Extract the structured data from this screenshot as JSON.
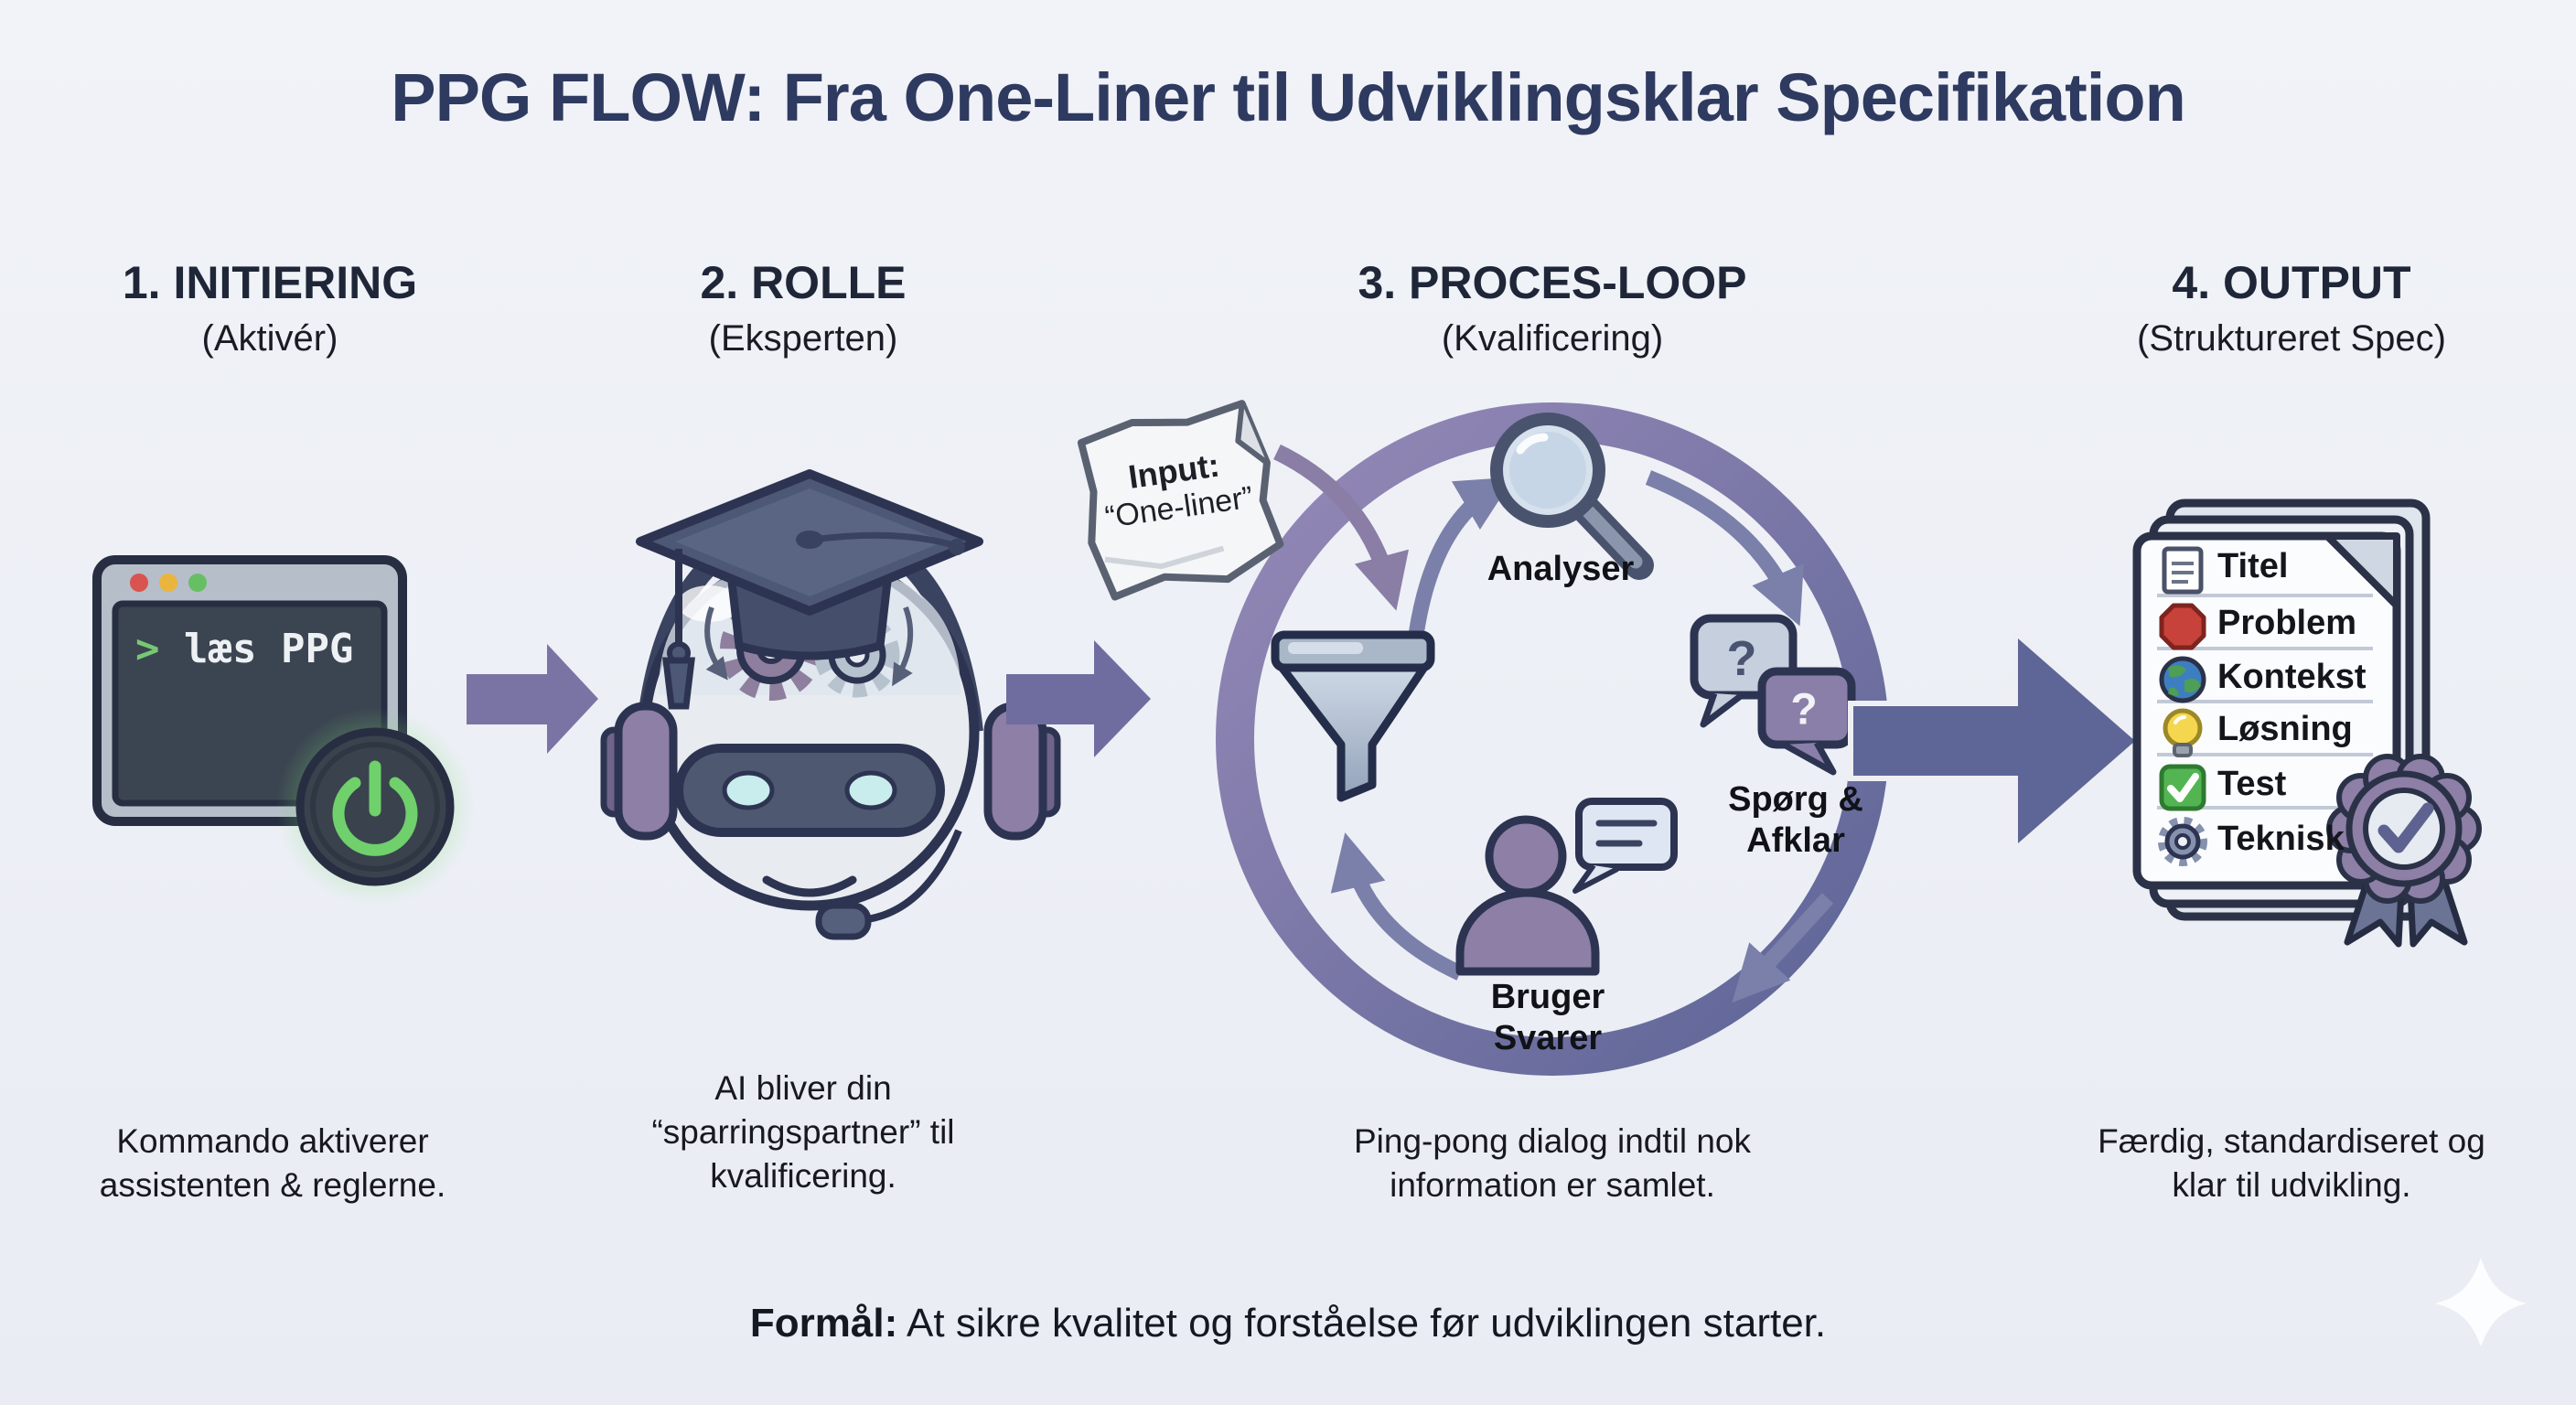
{
  "title": "PPG FLOW: Fra One-Liner til Udviklingsklar Specifikation",
  "sections": [
    {
      "heading": "1. INITIERING",
      "subheading": "(Aktivér)",
      "caption": "Kommando aktiverer assistenten & reglerne."
    },
    {
      "heading": "2. ROLLE",
      "subheading": "(Eksperten)",
      "caption": "AI bliver din “sparringspartner” til kvalificering."
    },
    {
      "heading": "3. PROCES-LOOP",
      "subheading": "(Kvalificering)",
      "caption": "Ping-pong dialog indtil nok information er samlet."
    },
    {
      "heading": "4. OUTPUT",
      "subheading": "(Struktureret Spec)",
      "caption": "Færdig, standardiseret og klar til udvikling."
    }
  ],
  "terminal": {
    "prompt": ">",
    "command": " læs PPG"
  },
  "input_note": {
    "title": "Input:",
    "value": "“One-liner”"
  },
  "loop": {
    "question_mark": "?",
    "steps": [
      {
        "label": "Analyser",
        "icon": "magnifier-icon"
      },
      {
        "label": "Spørg & Afklar",
        "icon": "question-bubbles-icon"
      },
      {
        "label": "Bruger Svarer",
        "icon": "user-chat-icon"
      }
    ]
  },
  "output_doc": {
    "items": [
      {
        "label": "Titel",
        "icon": "document-icon"
      },
      {
        "label": "Problem",
        "icon": "stop-icon"
      },
      {
        "label": "Kontekst",
        "icon": "globe-icon"
      },
      {
        "label": "Løsning",
        "icon": "lightbulb-icon"
      },
      {
        "label": "Test",
        "icon": "check-icon"
      },
      {
        "label": "Teknisk",
        "icon": "gear-icon"
      }
    ]
  },
  "footer": {
    "label": "Formål:",
    "text": " At sikre kvalitet og forståelse før udviklingen starter."
  },
  "colors": {
    "background": "#edeff4",
    "title": "#2e3a5f",
    "ring_purple": "#978ab8",
    "ring_blue": "#5c6496",
    "section_arrow": "#7a74a4",
    "exit_arrow": "#5e6697",
    "inner_arrow": "#7b80aa",
    "terminal_screen": "#3b4551",
    "power_green": "#6fd06c",
    "dot_red": "#d9544e",
    "dot_yellow": "#e9b53e",
    "dot_green": "#67bf63",
    "stop_red": "#c6423a",
    "globe_blue": "#3d7ec0",
    "globe_green": "#4f9e55",
    "bulb_yellow": "#f5d74f",
    "check_green": "#53b552",
    "person_purple": "#8d7fa5"
  }
}
